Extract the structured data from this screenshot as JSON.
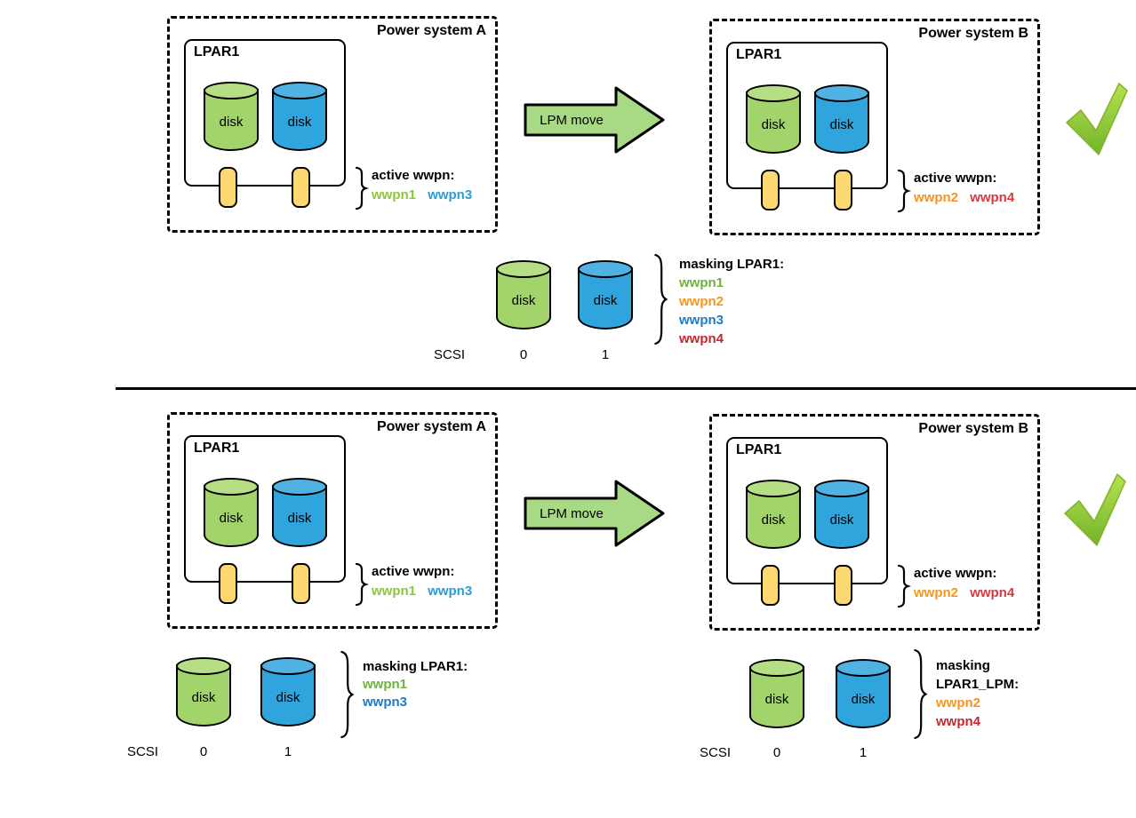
{
  "palette": {
    "disk_green_body": "#A3D36B",
    "disk_green_top": "#B5DE85",
    "disk_blue_body": "#30A4DC",
    "disk_blue_top": "#4FB2E3",
    "adapter_yellow": "#FBD872",
    "arrow_green": "#A8D985",
    "checkmark_light": "#B6E14F",
    "checkmark_dark": "#74B42B",
    "checkmark_edge": "#7DB32E"
  },
  "top": {
    "system_a": {
      "title": "Power system A",
      "lpar_label": "LPAR1",
      "disk1_label": "disk",
      "disk2_label": "disk",
      "active_label": "active wwpn:",
      "wwpn_first": {
        "text": "wwpn1",
        "color": "#8CC63F"
      },
      "wwpn_second": {
        "text": "wwpn3",
        "color": "#2E9BD6"
      }
    },
    "arrow_label": "LPM move",
    "system_b": {
      "title": "Power system B",
      "lpar_label": "LPAR1",
      "disk1_label": "disk",
      "disk2_label": "disk",
      "active_label": "active wwpn:",
      "wwpn_first": {
        "text": "wwpn2",
        "color": "#F7941E"
      },
      "wwpn_second": {
        "text": "wwpn4",
        "color": "#D8383F"
      }
    },
    "masking": {
      "disk1_label": "disk",
      "disk2_label": "disk",
      "title": "masking LPAR1:",
      "wwpn1": {
        "text": "wwpn1",
        "color": "#6DB33F"
      },
      "wwpn2": {
        "text": "wwpn2",
        "color": "#F7941E"
      },
      "wwpn3": {
        "text": "wwpn3",
        "color": "#1E7BC4"
      },
      "wwpn4": {
        "text": "wwpn4",
        "color": "#C4272E"
      },
      "scsi_label": "SCSI",
      "slot0": "0",
      "slot1": "1"
    }
  },
  "bottom": {
    "system_a": {
      "title": "Power system A",
      "lpar_label": "LPAR1",
      "disk1_label": "disk",
      "disk2_label": "disk",
      "active_label": "active wwpn:",
      "wwpn_first": {
        "text": "wwpn1",
        "color": "#8CC63F"
      },
      "wwpn_second": {
        "text": "wwpn3",
        "color": "#2E9BD6"
      }
    },
    "arrow_label": "LPM move",
    "system_b": {
      "title": "Power system B",
      "lpar_label": "LPAR1",
      "disk1_label": "disk",
      "disk2_label": "disk",
      "active_label": "active wwpn:",
      "wwpn_first": {
        "text": "wwpn2",
        "color": "#F7941E"
      },
      "wwpn_second": {
        "text": "wwpn4",
        "color": "#D8383F"
      }
    },
    "masking_a": {
      "disk1_label": "disk",
      "disk2_label": "disk",
      "title": "masking LPAR1:",
      "wwpn_first": {
        "text": "wwpn1",
        "color": "#6DB33F"
      },
      "wwpn_second": {
        "text": "wwpn3",
        "color": "#1E7BC4"
      },
      "scsi_label": "SCSI",
      "slot0": "0",
      "slot1": "1"
    },
    "masking_b": {
      "disk1_label": "disk",
      "disk2_label": "disk",
      "title": "masking LPAR1_LPM:",
      "wwpn_first": {
        "text": "wwpn2",
        "color": "#F7941E"
      },
      "wwpn_second": {
        "text": "wwpn4",
        "color": "#C4272E"
      },
      "scsi_label": "SCSI",
      "slot0": "0",
      "slot1": "1"
    }
  }
}
